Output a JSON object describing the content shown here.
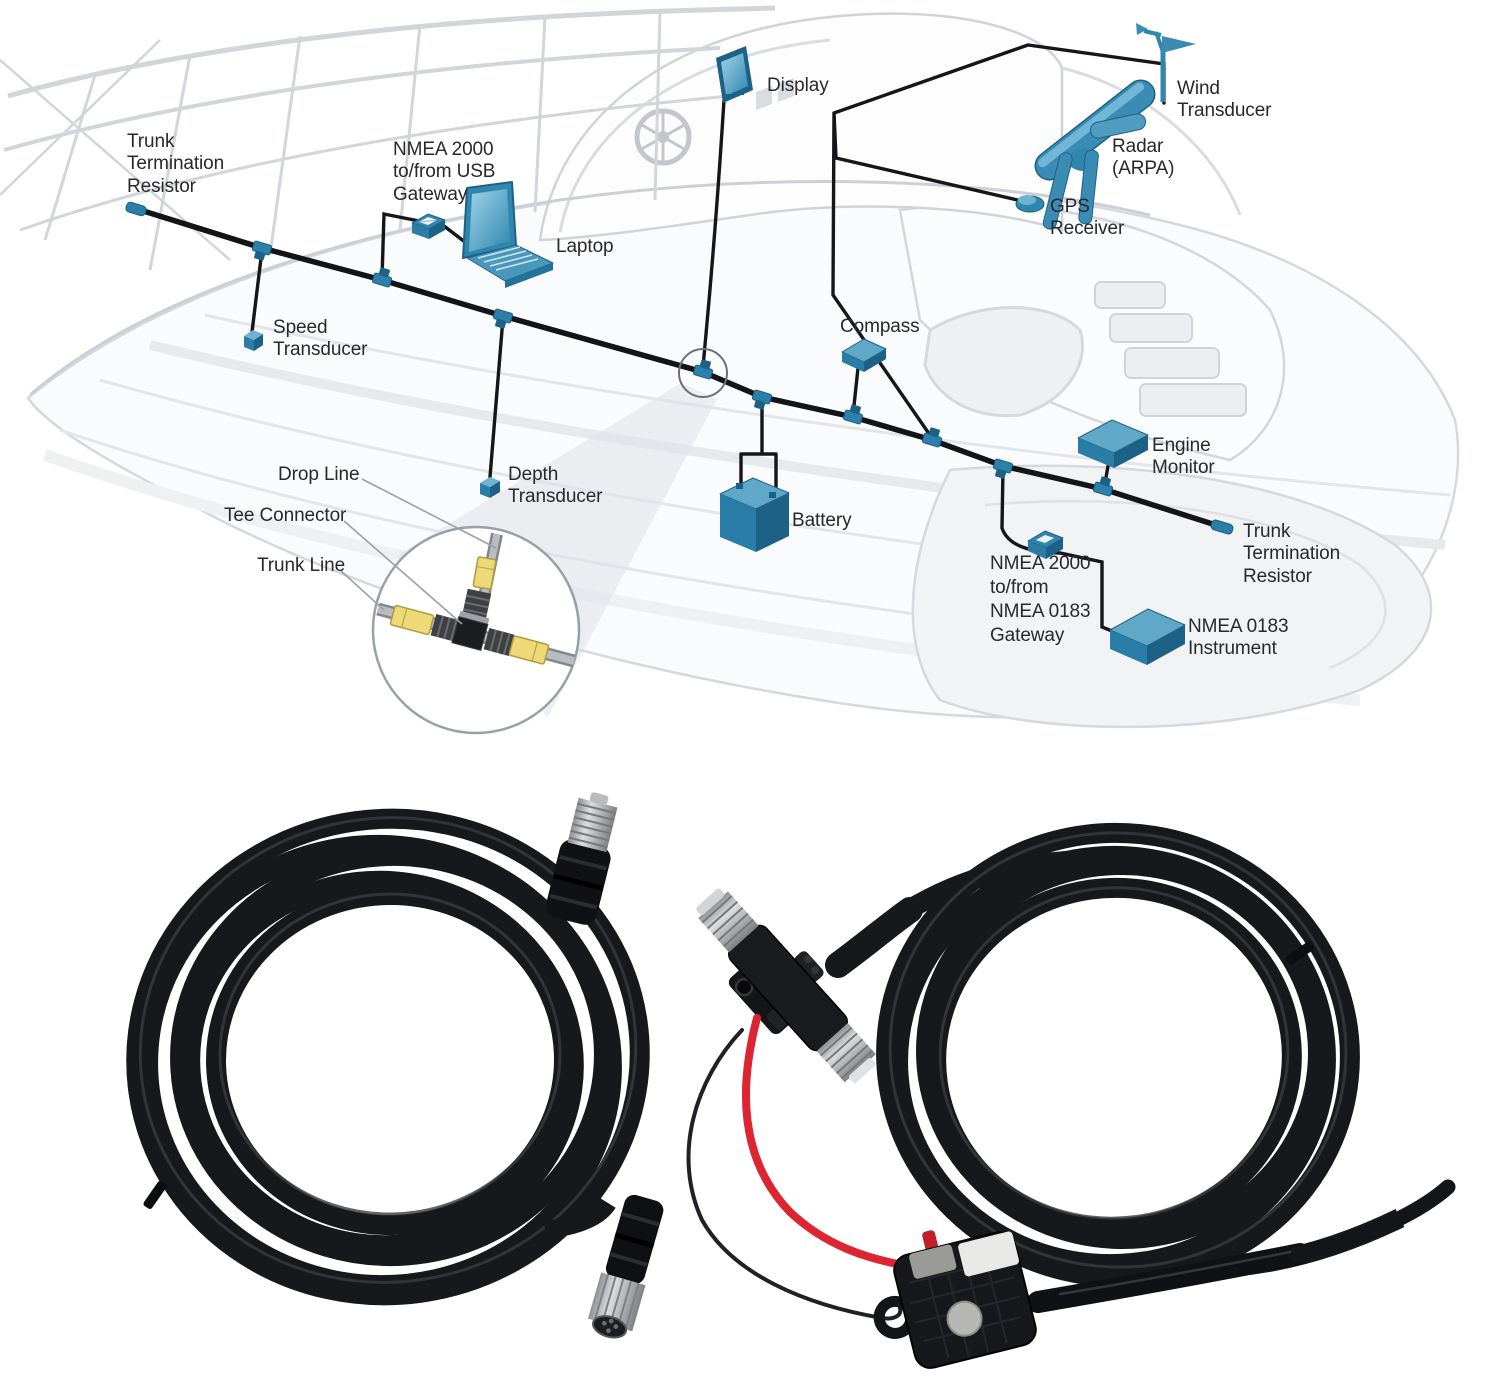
{
  "diagram": {
    "labels": {
      "trunk_term_left": "Trunk\nTermination\nResistor",
      "usb_gateway": "NMEA 2000\nto/from USB\nGateway",
      "laptop": "Laptop",
      "display": "Display",
      "wind": "Wind\nTransducer",
      "radar": "Radar\n(ARPA)",
      "gps": "GPS\nReceiver",
      "speed": "Speed\nTransducer",
      "compass": "Compass",
      "depth": "Depth\nTransducer",
      "battery": "Battery",
      "engine": "Engine\nMonitor",
      "trunk_term_right": "Trunk\nTermination\nResistor",
      "nmea0183_gateway": "NMEA 2000\nto/from\nNMEA 0183\nGateway",
      "nmea0183_instrument": "NMEA 0183\nInstrument",
      "drop_line": "Drop Line",
      "tee_connector": "Tee Connector",
      "trunk_line": "Trunk Line"
    },
    "colors": {
      "device_blue": "#2f86ae",
      "device_blue_dark": "#1d6286",
      "device_blue_light": "#7fc0dc",
      "network_line": "#16161a",
      "boat_outline": "#ccd0d6",
      "label_text": "#29282c",
      "inset_connector_yellow": "#ecd977",
      "inset_cable_gray": "#a9adb3"
    }
  },
  "photo": {
    "colors": {
      "background": "#ffffff",
      "cable_black": "#17181b",
      "wire_red": "#dd2431",
      "connector_silver": "#c9cbcf",
      "fuse_button_gray": "#b7b7b3"
    }
  }
}
